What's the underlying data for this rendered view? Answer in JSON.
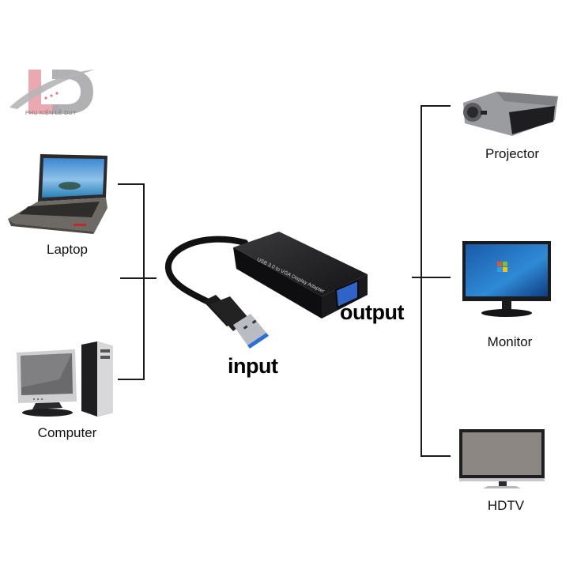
{
  "logo": {
    "monogram": "LD",
    "tagline": "PHỤ KIỆN LÊ DUY",
    "colors": {
      "pink": "#e69aa2",
      "gray": "#a9a9ab"
    }
  },
  "adapter": {
    "printed_text": "USB 3.0 to VGA Display Adapter",
    "input_label": "input",
    "output_label": "output",
    "colors": {
      "body": "#1c1c1e",
      "vga_port": "#2f63c8",
      "usb_blue": "#2a6fd6"
    }
  },
  "sources": [
    {
      "name": "laptop",
      "label": "Laptop"
    },
    {
      "name": "computer",
      "label": "Computer"
    }
  ],
  "outputs": [
    {
      "name": "projector",
      "label": "Projector"
    },
    {
      "name": "monitor",
      "label": "Monitor"
    },
    {
      "name": "hdtv",
      "label": "HDTV"
    }
  ],
  "line_color": "#1a1a1a"
}
